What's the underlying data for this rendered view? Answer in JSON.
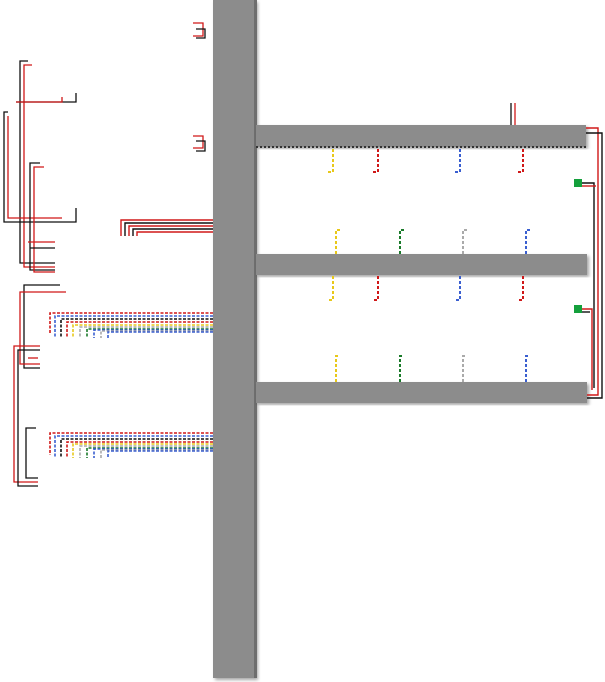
{
  "diagram": {
    "wire_colors": {
      "red": "#d01818",
      "black": "#111111",
      "yellow": "#e8c81a",
      "blue": "#3a5fd0",
      "green": "#1a7a2a",
      "white": "#d8d8d8",
      "gray": "#8c8c8c",
      "connector": "#14a03c"
    },
    "bus_color": "#8c8c8c",
    "horizontal_bus_count": 3,
    "drop_sets": [
      {
        "wires": [
          "yellow",
          "red",
          "blue",
          "red"
        ]
      },
      {
        "wires": [
          "yellow",
          "green",
          "white",
          "blue"
        ]
      }
    ],
    "connectors": [
      "green-connector",
      "green-connector"
    ]
  }
}
